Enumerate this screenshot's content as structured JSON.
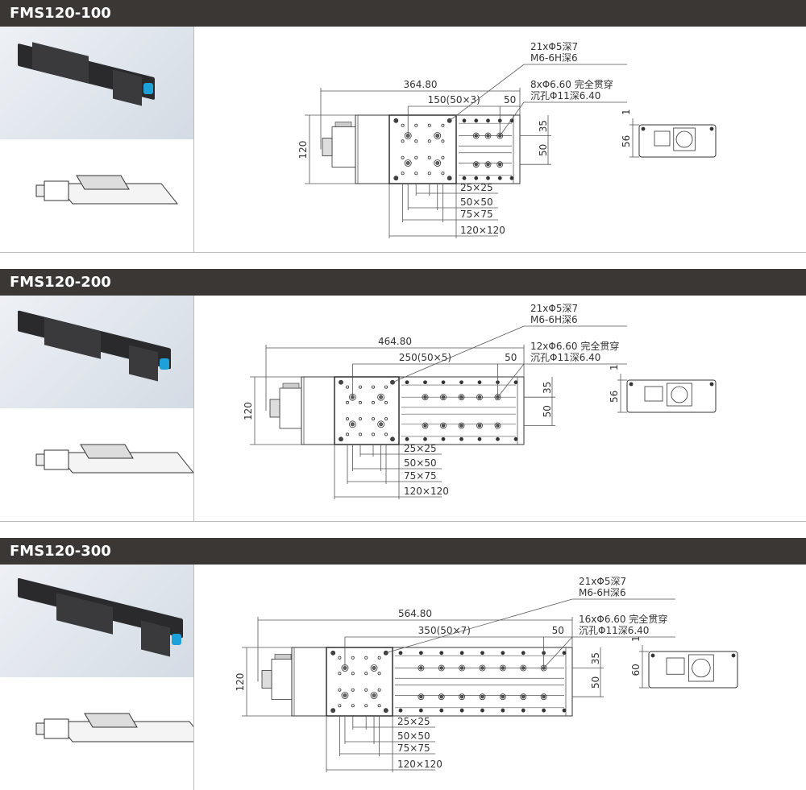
{
  "sections": [
    {
      "title": "FMS120-100",
      "overall": "364.80",
      "pitch": "150(50×3)",
      "pitch_end": "50",
      "height": "120",
      "dim35": "35",
      "dim50": "50",
      "note1": [
        "21xΦ5深7",
        "M6-6H深6"
      ],
      "note2": [
        "8xΦ6.60 完全贯穿",
        "沉孔Φ11深6.40"
      ],
      "grid": [
        "25×25",
        "50×50",
        "75×75",
        "120×120"
      ],
      "end_height": "56",
      "end_gap": "1"
    },
    {
      "title": "FMS120-200",
      "overall": "464.80",
      "pitch": "250(50×5)",
      "pitch_end": "50",
      "height": "120",
      "dim35": "35",
      "dim50": "50",
      "note1": [
        "21xΦ5深7",
        "M6-6H深6"
      ],
      "note2": [
        "12xΦ6.60 完全贯穿",
        "沉孔Φ11深6.40"
      ],
      "grid": [
        "25×25",
        "50×50",
        "75×75",
        "120×120"
      ],
      "end_height": "56",
      "end_gap": "1"
    },
    {
      "title": "FMS120-300",
      "overall": "564.80",
      "pitch": "350(50×7)",
      "pitch_end": "50",
      "height": "120",
      "dim35": "35",
      "dim50": "50",
      "note1": [
        "21xΦ5深7",
        "M6-6H深6"
      ],
      "note2": [
        "16xΦ6.60 完全贯穿",
        "沉孔Φ11深6.40"
      ],
      "grid": [
        "25×25",
        "50×50",
        "75×75",
        "120×120"
      ],
      "end_height": "60",
      "end_gap": "1"
    }
  ]
}
